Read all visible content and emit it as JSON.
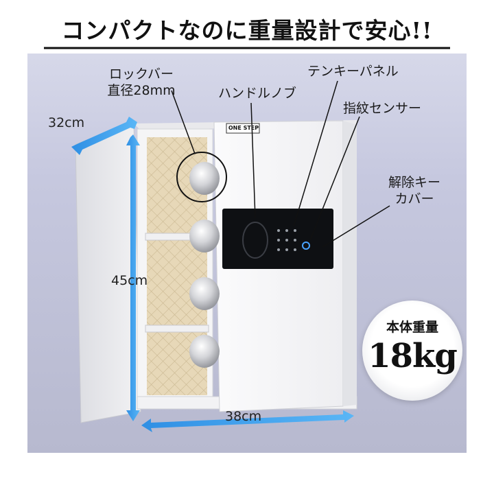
{
  "headline": "コンパクトなのに重量設計で安心!!",
  "callouts": {
    "lock_bar": [
      "ロックバー",
      "直径28mm"
    ],
    "handle_knob": "ハンドルノブ",
    "keypad_panel": "テンキーパネル",
    "fingerprint_sensor": "指紋センサー",
    "key_cover": [
      "解除キー",
      "カバー"
    ]
  },
  "dimensions": {
    "depth": "32cm",
    "height": "45cm",
    "width": "38cm"
  },
  "brand": "ONE STEP",
  "weight": {
    "title": "本体重量",
    "value": "18kg"
  },
  "colors": {
    "background": "#c9cbe1",
    "accent_arrow": "#3aa0f0",
    "safe_body": "#f3f3f5",
    "panel": "#101214"
  }
}
